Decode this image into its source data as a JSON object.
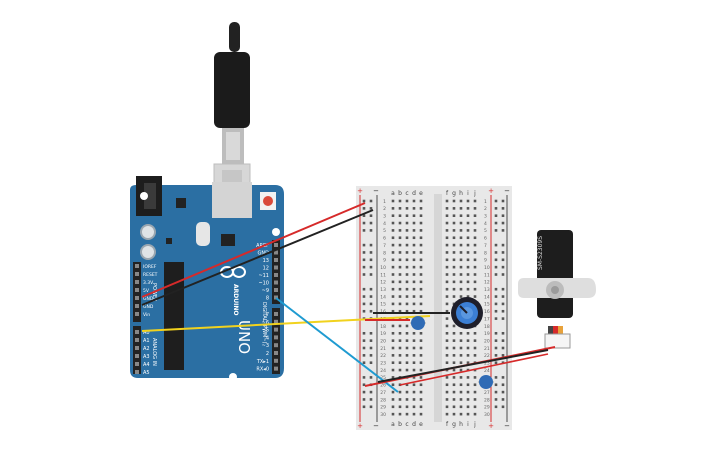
{
  "arduino": {
    "brand": "ARDUINO",
    "model": "UNO",
    "power_header": "POWER",
    "analog_header": "ANALOG IN",
    "digital_header": "DIGITAL (PWM~)",
    "power_pins": [
      "IOREF",
      "RESET",
      "3.3V",
      "5V",
      "GND",
      "GND",
      "Vin"
    ],
    "analog_pins": [
      "A0",
      "A1",
      "A2",
      "A3",
      "A4",
      "A5"
    ],
    "digital_top": [
      "AREF",
      "GND",
      "13",
      "12",
      "~11",
      "~10",
      "~9",
      "8"
    ],
    "digital_bottom": [
      "7",
      "~6",
      "~5",
      "4",
      "~3",
      "2",
      "TX▸1",
      "RX◂0"
    ]
  },
  "breadboard": {
    "cols_left": [
      "a",
      "b",
      "c",
      "d",
      "e"
    ],
    "cols_right": [
      "f",
      "g",
      "h",
      "i",
      "j"
    ],
    "rows": [
      "1",
      "2",
      "3",
      "4",
      "5",
      "6",
      "7",
      "8",
      "9",
      "10",
      "11",
      "12",
      "13",
      "14",
      "15",
      "16",
      "17",
      "18",
      "19",
      "20",
      "21",
      "22",
      "23",
      "24",
      "25",
      "26",
      "27",
      "28",
      "29",
      "30"
    ],
    "rail_plus": "+",
    "rail_minus": "−"
  },
  "servo": {
    "label": "SM-S2309S"
  },
  "colors": {
    "board": "#2b6fa3",
    "breadboard": "#e8e8e8",
    "wire_red": "#d62a2a",
    "wire_black": "#222222",
    "wire_yellow": "#f1d21e",
    "wire_blue": "#1f9bd1",
    "capacitor": "#2f6bb5"
  }
}
